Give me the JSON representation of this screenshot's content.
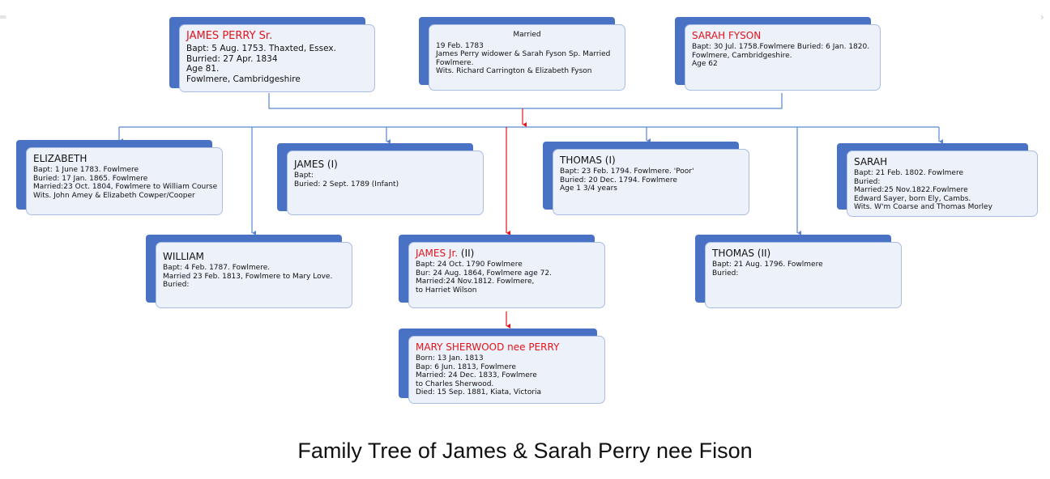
{
  "caption": "Family Tree of James & Sarah Perry nee Fison",
  "colors": {
    "card_back": "#4a72c4",
    "card_front": "#edf1f9",
    "connector": "#5b86cf",
    "highlight": "#e3141b"
  },
  "parents": {
    "father": {
      "name": "JAMES PERRY Sr.",
      "lines": [
        "Bapt: 5 Aug. 1753. Thaxted, Essex.",
        "Burried: 27 Apr. 1834",
        "Age 81.",
        "Fowlmere, Cambridgeshire"
      ]
    },
    "marriage": {
      "name": "Married",
      "lines": [
        "19 Feb. 1783",
        "James Perry widower & Sarah Fyson Sp. Married",
        "Fowlmere.",
        "Wits. Richard Carrington & Elizabeth Fyson"
      ]
    },
    "mother": {
      "name": "SARAH FYSON",
      "lines": [
        "Bapt: 30 Jul. 1758.Fowlmere Buried: 6 Jan. 1820.",
        "Fowlmere, Cambridgeshire.",
        "Age 62"
      ]
    }
  },
  "children": {
    "elizabeth": {
      "name": "ELIZABETH",
      "lines": [
        "Bapt: 1 June 1783. Fowlmere",
        "Buried: 17 Jan. 1865. Fowlmere",
        "Married:23 Oct. 1804, Fowlmere to William Course",
        "Wits. John Amey & Elizabeth Cowper/Cooper"
      ]
    },
    "james_i": {
      "name": "JAMES  (I)",
      "lines": [
        "Bapt:",
        "Buried: 2 Sept. 1789 (Infant)"
      ]
    },
    "thomas_i": {
      "name": "THOMAS (I)",
      "lines": [
        "Bapt: 23 Feb. 1794. Fowlmere. 'Poor'",
        "Buried: 20 Dec. 1794. Fowlmere",
        "Age 1 3/4 years"
      ]
    },
    "sarah": {
      "name": "SARAH",
      "lines": [
        "Bapt: 21 Feb. 1802. Fowlmere",
        "Buried:",
        "Married:25 Nov.1822.Fowlmere",
        "Edward Sayer, born Ely, Cambs.",
        "Wits. W'm Coarse and Thomas Morley"
      ]
    },
    "william": {
      "name": "WILLIAM",
      "lines": [
        "Bapt: 4 Feb. 1787. Fowlmere.",
        "Married 23 Feb. 1813, Fowlmere to Mary Love.",
        "Buried:"
      ]
    },
    "james_jr": {
      "name": "JAMES Jr.",
      "name_suffix": " (II)",
      "lines": [
        "Bapt: 24 Oct. 1790 Fowlmere",
        "Bur: 24 Aug. 1864, Fowlmere age 72.",
        "Married:24 Nov.1812. Fowlmere,",
        "to Harriet Wilson"
      ]
    },
    "thomas_ii": {
      "name": "THOMAS (II)",
      "lines": [
        "Bapt: 21 Aug. 1796. Fowlmere",
        "Buried:"
      ]
    }
  },
  "grandchild": {
    "name": "MARY SHERWOOD nee PERRY",
    "lines": [
      "Born: 13 Jan. 1813",
      "Bap: 6 Jun. 1813, Fowlmere",
      "Married: 24 Dec. 1833, Fowlmere",
      "to Charles Sherwood.",
      "Died: 15 Sep. 1881, Kiata, Victoria"
    ]
  }
}
